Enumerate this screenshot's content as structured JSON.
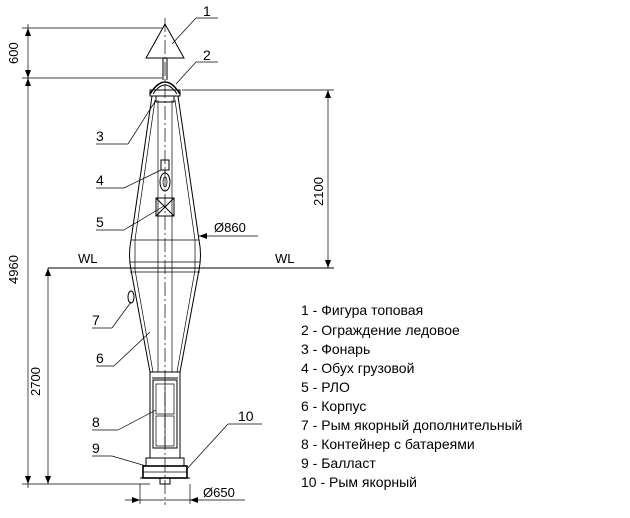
{
  "callouts": [
    "1",
    "2",
    "3",
    "4",
    "5",
    "6",
    "7",
    "8",
    "9",
    "10"
  ],
  "dimensions": {
    "d600": "600",
    "d4960": "4960",
    "d2100": "2100",
    "d2700": "2700",
    "d860": "Ø860",
    "d650": "Ø650",
    "wl_left": "WL",
    "wl_right": "WL"
  },
  "legend": [
    "1 - Фигура топовая",
    "2 - Ограждение ледовое",
    "3 - Фонарь",
    "4 - Обух грузовой",
    "5 - РЛО",
    "6 - Корпус",
    "7 - Рым якорный дополнительный",
    "8 - Контейнер с батареями",
    "9 - Балласт",
    "10 - Рым якорный"
  ]
}
